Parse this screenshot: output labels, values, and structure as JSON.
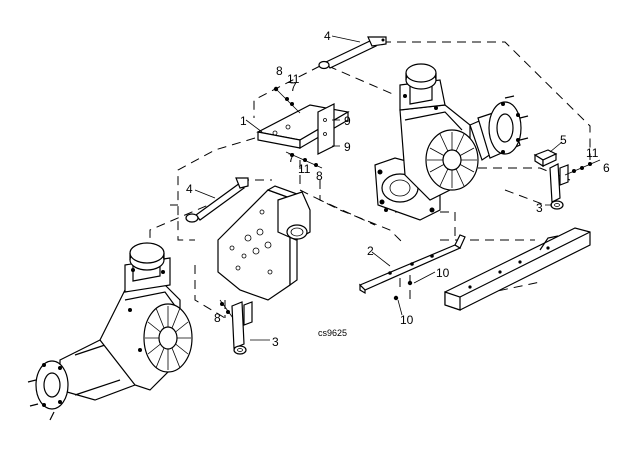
{
  "callouts": [
    {
      "id": "c1",
      "text": "1"
    },
    {
      "id": "c2",
      "text": "2"
    },
    {
      "id": "c3a",
      "text": "3"
    },
    {
      "id": "c3b",
      "text": "3"
    },
    {
      "id": "c4a",
      "text": "4"
    },
    {
      "id": "c4b",
      "text": "4"
    },
    {
      "id": "c5",
      "text": "5"
    },
    {
      "id": "c6",
      "text": "6"
    },
    {
      "id": "c7a",
      "text": "7"
    },
    {
      "id": "c7b",
      "text": "7"
    },
    {
      "id": "c8a",
      "text": "8"
    },
    {
      "id": "c8b",
      "text": "8"
    },
    {
      "id": "c8c",
      "text": "8"
    },
    {
      "id": "c9a",
      "text": "9"
    },
    {
      "id": "c9b",
      "text": "9"
    },
    {
      "id": "c10a",
      "text": "10"
    },
    {
      "id": "c10b",
      "text": "10"
    },
    {
      "id": "c11a",
      "text": "11"
    },
    {
      "id": "c11b",
      "text": "11"
    },
    {
      "id": "c11c",
      "text": "11"
    }
  ],
  "drawing_code": "cs9625"
}
